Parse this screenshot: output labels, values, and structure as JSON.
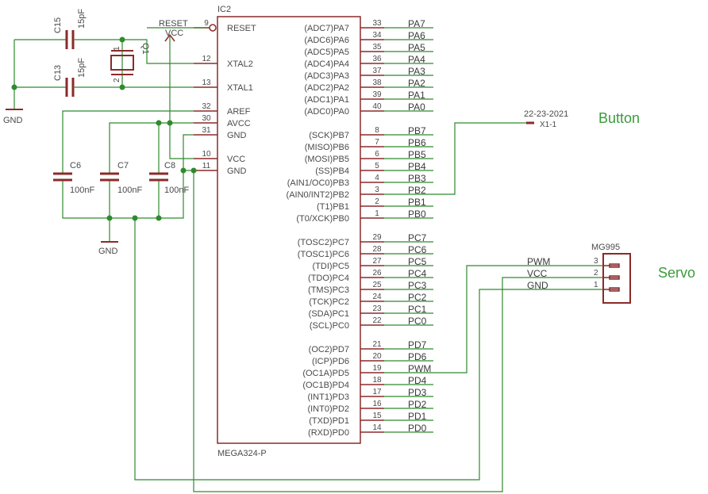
{
  "colors": {
    "symbol": "#8b2a2a",
    "wire": "#2f8a2f",
    "text": "#4a4a4a",
    "annotation": "#3b9b3b"
  },
  "ic": {
    "ref": "IC2",
    "value": "MEGA324-P",
    "left_pins": [
      {
        "num": "9",
        "name": "RESET"
      },
      {
        "num": "12",
        "name": "XTAL2"
      },
      {
        "num": "13",
        "name": "XTAL1"
      },
      {
        "num": "32",
        "name": "AREF"
      },
      {
        "num": "30",
        "name": "AVCC"
      },
      {
        "num": "31",
        "name": "GND"
      },
      {
        "num": "10",
        "name": "VCC"
      },
      {
        "num": "11",
        "name": "GND"
      }
    ],
    "right_pins": [
      {
        "num": "33",
        "name": "(ADC7)PA7",
        "net": "PA7"
      },
      {
        "num": "34",
        "name": "(ADC6)PA6",
        "net": "PA6"
      },
      {
        "num": "35",
        "name": "(ADC5)PA5",
        "net": "PA5"
      },
      {
        "num": "36",
        "name": "(ADC4)PA4",
        "net": "PA4"
      },
      {
        "num": "37",
        "name": "(ADC3)PA3",
        "net": "PA3"
      },
      {
        "num": "38",
        "name": "(ADC2)PA2",
        "net": "PA2"
      },
      {
        "num": "39",
        "name": "(ADC1)PA1",
        "net": "PA1"
      },
      {
        "num": "40",
        "name": "(ADC0)PA0",
        "net": "PA0"
      },
      {
        "num": "8",
        "name": "(SCK)PB7",
        "net": "PB7"
      },
      {
        "num": "7",
        "name": "(MISO)PB6",
        "net": "PB6"
      },
      {
        "num": "6",
        "name": "(MOSI)PB5",
        "net": "PB5"
      },
      {
        "num": "5",
        "name": "(SS)PB4",
        "net": "PB4"
      },
      {
        "num": "4",
        "name": "(AIN1/OC0)PB3",
        "net": "PB3"
      },
      {
        "num": "3",
        "name": "(AIN0/INT2)PB2",
        "net": "PB2"
      },
      {
        "num": "2",
        "name": "(T1)PB1",
        "net": "PB1"
      },
      {
        "num": "1",
        "name": "(T0/XCK)PB0",
        "net": "PB0"
      },
      {
        "num": "29",
        "name": "(TOSC2)PC7",
        "net": "PC7"
      },
      {
        "num": "28",
        "name": "(TOSC1)PC6",
        "net": "PC6"
      },
      {
        "num": "27",
        "name": "(TDI)PC5",
        "net": "PC5"
      },
      {
        "num": "26",
        "name": "(TDO)PC4",
        "net": "PC4"
      },
      {
        "num": "25",
        "name": "(TMS)PC3",
        "net": "PC3"
      },
      {
        "num": "24",
        "name": "(TCK)PC2",
        "net": "PC2"
      },
      {
        "num": "23",
        "name": "(SDA)PC1",
        "net": "PC1"
      },
      {
        "num": "22",
        "name": "(SCL)PC0",
        "net": "PC0"
      },
      {
        "num": "21",
        "name": "(OC2)PD7",
        "net": "PD7"
      },
      {
        "num": "20",
        "name": "(ICP)PD6",
        "net": "PD6"
      },
      {
        "num": "19",
        "name": "(OC1A)PD5",
        "net": "PWM"
      },
      {
        "num": "18",
        "name": "(OC1B)PD4",
        "net": "PD4"
      },
      {
        "num": "17",
        "name": "(INT1)PD3",
        "net": "PD3"
      },
      {
        "num": "16",
        "name": "(INT0)PD2",
        "net": "PD2"
      },
      {
        "num": "15",
        "name": "(TXD)PD1",
        "net": "PD1"
      },
      {
        "num": "14",
        "name": "(RXD)PD0",
        "net": "PD0"
      }
    ]
  },
  "parts": {
    "c15": {
      "ref": "C15",
      "value": "15pF"
    },
    "c13": {
      "ref": "C13",
      "value": "15pF"
    },
    "q1": {
      "ref": "Q1",
      "pin1": "1",
      "pin2": "2"
    },
    "c6": {
      "ref": "C6",
      "value": "100nF"
    },
    "c7": {
      "ref": "C7",
      "value": "100nF"
    },
    "c8": {
      "ref": "C8",
      "value": "100nF"
    },
    "x1": {
      "ref": "X1-1",
      "value": "22-23-2021"
    },
    "servo": {
      "value": "MG995",
      "pins": [
        {
          "num": "3",
          "net": "PWM"
        },
        {
          "num": "2",
          "net": "VCC"
        },
        {
          "num": "1",
          "net": "GND"
        }
      ]
    }
  },
  "labels": {
    "reset": "RESET",
    "vcc": "VCC",
    "gnd_left": "GND",
    "gnd_caps": "GND"
  },
  "annotations": {
    "button": "Button",
    "servo": "Servo"
  }
}
